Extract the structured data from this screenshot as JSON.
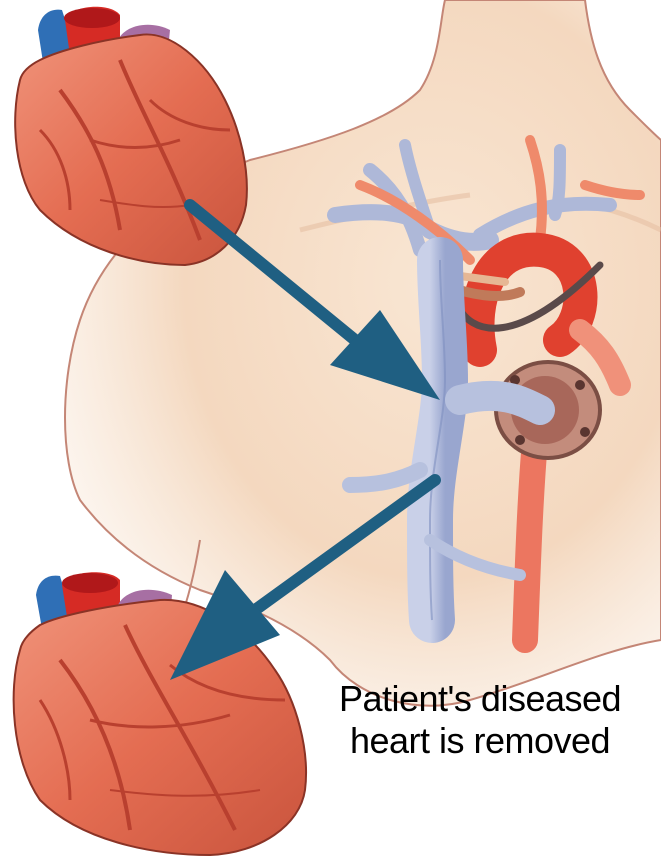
{
  "caption": {
    "line1": "Patient's diseased",
    "line2": "heart is removed"
  },
  "colors": {
    "skin": "#f6ddc6",
    "skin_shadow": "#ecc6a8",
    "outline": "#b9786a",
    "heart": "#e5735a",
    "heart_dark": "#b9402f",
    "aorta": "#e0412f",
    "vein_blue": "#2f6fb6",
    "vessel_pale": "#b7c1de",
    "arrow": "#1f5f82"
  },
  "icons": [
    "diseased-heart-illustration",
    "arrow-icon",
    "chest-illustration"
  ]
}
